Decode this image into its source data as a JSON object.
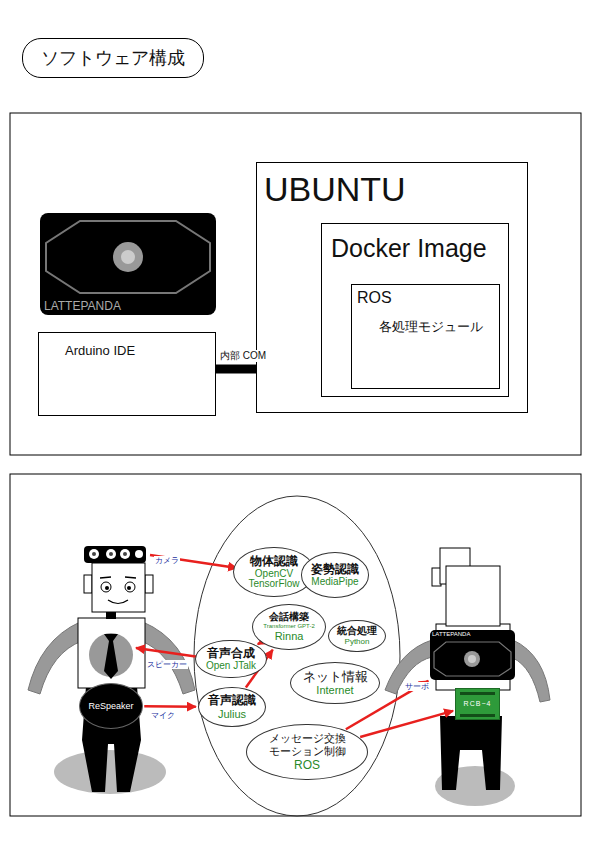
{
  "diagram": {
    "title": "ソフトウェア構成",
    "nodes": [
      {
        "text": [
          "LATTEPANDA"
        ]
      },
      {
        "text": [
          "Arduino IDE"
        ]
      },
      {
        "text": [
          "UBUNTU"
        ]
      },
      {
        "text": [
          "Docker Image"
        ],
        "in": 2
      },
      {
        "text": [
          "ROS",
          "各処理モジュール"
        ],
        "in": 3
      },
      {
        "text": [
          "物体認識",
          "OpenCV TensorFlow"
        ]
      },
      {
        "text": [
          "姿勢認識",
          "MediaPipe"
        ]
      },
      {
        "text": [
          "会話構築",
          "Transformer GPT-2",
          "Rinna"
        ]
      },
      {
        "text": [
          "統合処理",
          "Python"
        ]
      },
      {
        "text": [
          "音声合成",
          "Open JTalk"
        ]
      },
      {
        "text": [
          "ネット情報",
          "Internet"
        ]
      },
      {
        "text": [
          "ReSpeaker"
        ]
      },
      {
        "text": [
          "音声認識",
          "Julius"
        ]
      },
      {
        "text": [
          "LATTEPANDA"
        ]
      },
      {
        "text": [
          "RCB−4"
        ]
      },
      {
        "text": [
          "メッセージ交換 モーション制御",
          "ROS"
        ]
      }
    ],
    "edges": [
      {
        "from": 1,
        "to": 4,
        "label": "内部 COM",
        "arrow": "none"
      },
      {
        "from": 11,
        "to": 12,
        "label": "マイク",
        "arrow": "to"
      },
      {
        "from": 12,
        "to": 7,
        "arrow": "to"
      },
      {
        "from": 7,
        "to": 9,
        "arrow": "to"
      },
      {
        "from": 15,
        "to": 13,
        "arrow": "to"
      },
      {
        "from": 15,
        "to": 14,
        "arrow": "to"
      }
    ],
    "labels": [
      "カメラ",
      "スピーカー",
      "サーボ"
    ]
  }
}
